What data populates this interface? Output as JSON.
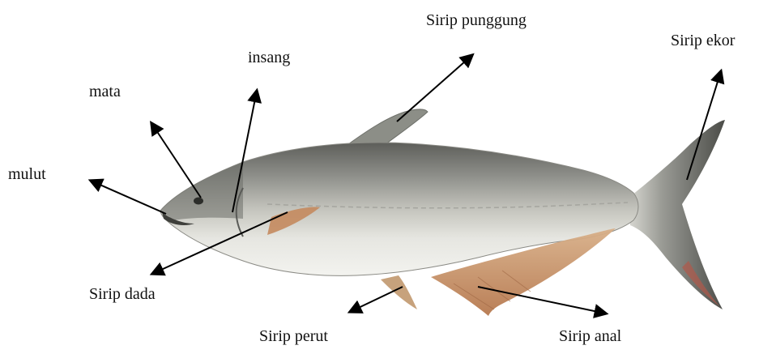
{
  "diagram": {
    "labels": {
      "sirip_punggung": "Sirip punggung",
      "sirip_ekor": "Sirip ekor",
      "insang": "insang",
      "mata": "mata",
      "mulut": "mulut",
      "sirip_dada": "Sirip dada",
      "sirip_perut": "Sirip perut",
      "sirip_anal": "Sirip anal"
    },
    "colors": {
      "body_top": "#6f6f6c",
      "body_mid": "#bdbdb6",
      "belly": "#eeeeea",
      "fin_orange": "#c8835a",
      "fin_grey": "#8b8d86",
      "tail_dark": "#4e4f4b",
      "arrow": "#000000"
    }
  }
}
